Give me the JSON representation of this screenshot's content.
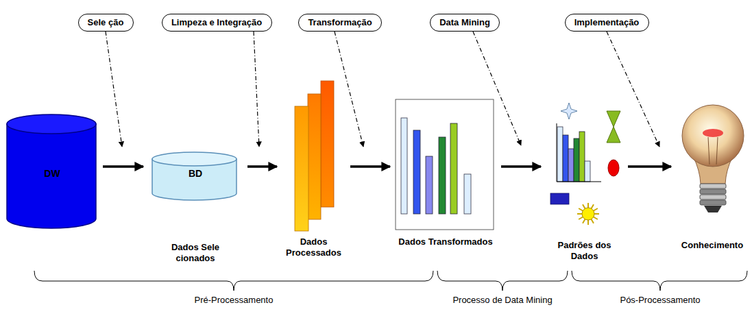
{
  "diagram": {
    "nodes": [
      {
        "text": [
          "Sele ção"
        ]
      },
      {
        "text": [
          "Limpeza e Integração"
        ]
      },
      {
        "text": [
          "Transformação"
        ]
      },
      {
        "text": [
          "Data Mining"
        ]
      },
      {
        "text": [
          "Implementação"
        ]
      },
      {
        "text": [
          "DW"
        ]
      },
      {
        "text": [
          "BD",
          "Dados Sele cionados"
        ]
      },
      {
        "text": [
          "Dados Processados"
        ]
      },
      {
        "text": [
          "Dados Transformados"
        ]
      },
      {
        "text": [
          "Padrões dos Dados"
        ]
      },
      {
        "text": [
          "Conhecimento"
        ]
      }
    ],
    "edges": [
      {
        "from": 5,
        "to": 6,
        "arrow": "to"
      },
      {
        "from": 6,
        "to": 7,
        "arrow": "to"
      },
      {
        "from": 7,
        "to": 8,
        "arrow": "to"
      },
      {
        "from": 8,
        "to": 9,
        "arrow": "to"
      },
      {
        "from": 9,
        "to": 10,
        "arrow": "to"
      }
    ],
    "labels": [
      "Pré-Processamento",
      "Processo de Data Mining",
      "Pós-Processamento"
    ]
  }
}
